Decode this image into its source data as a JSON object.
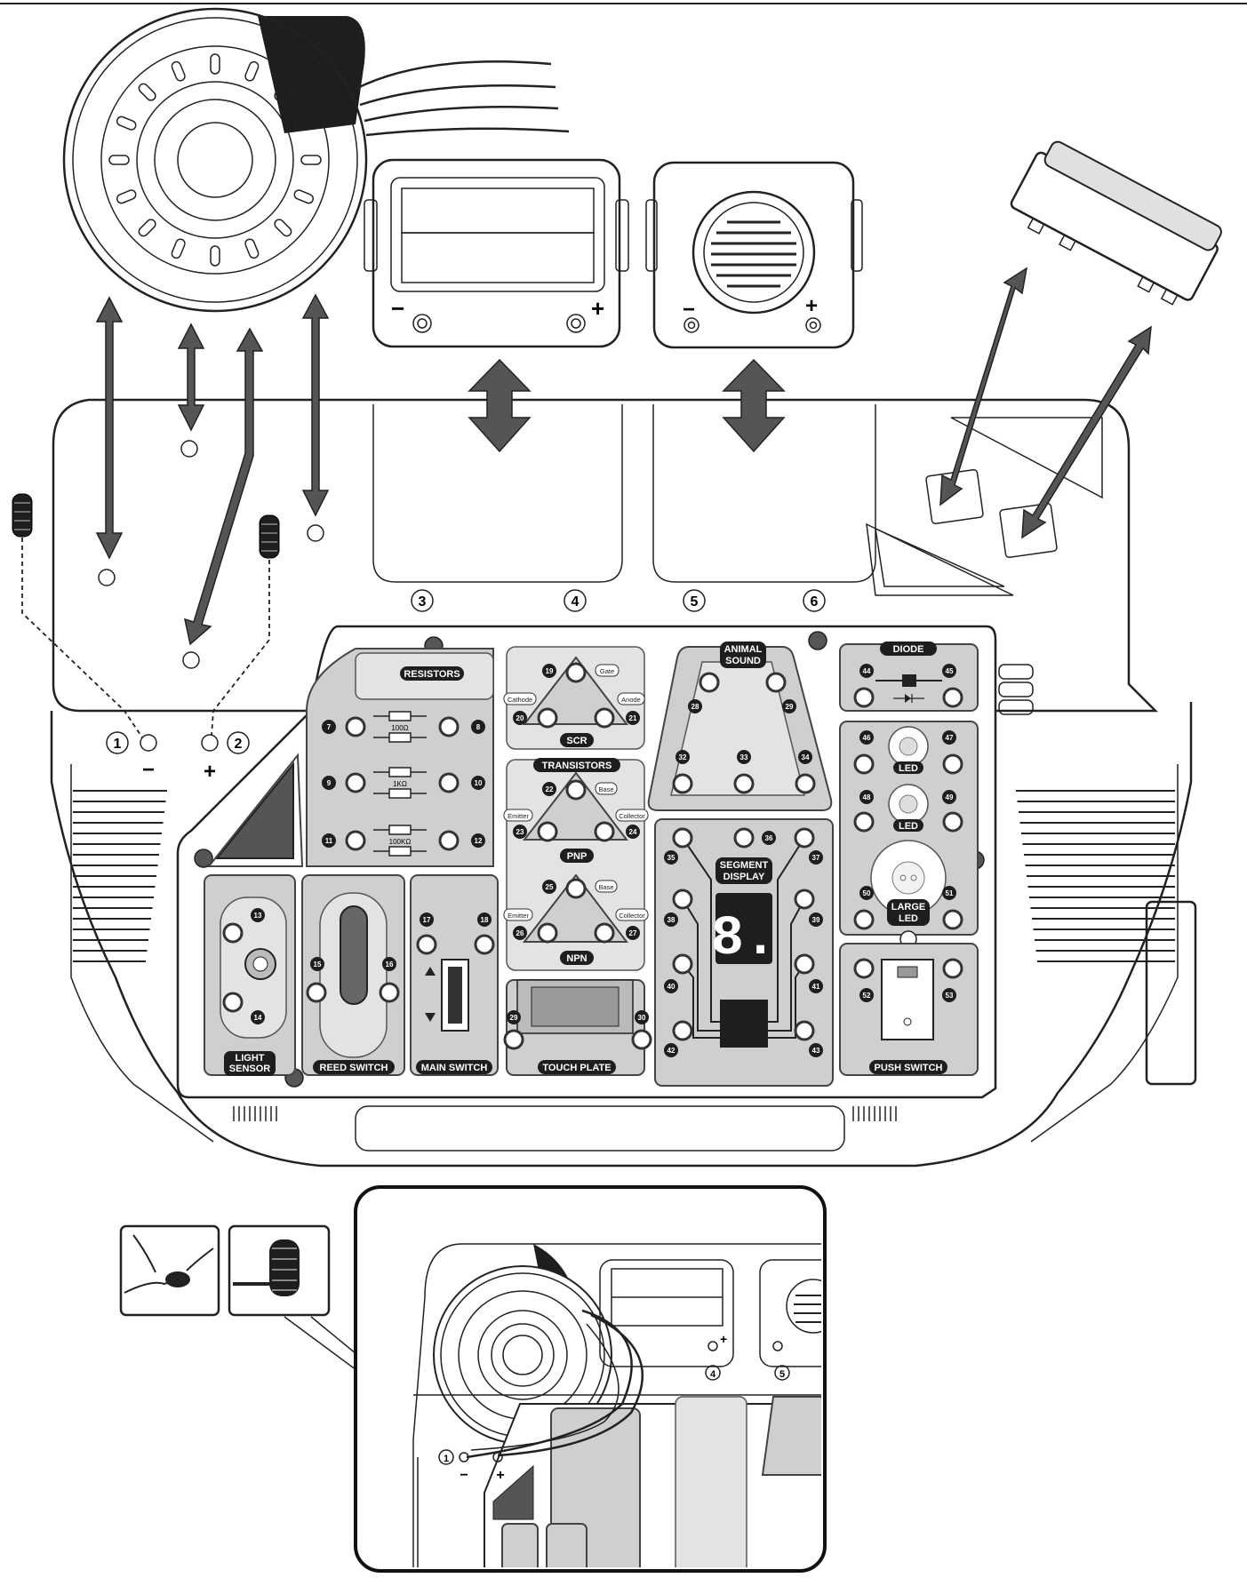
{
  "terminals": {
    "t1": {
      "number": "1",
      "sign": "−"
    },
    "t2": {
      "number": "2",
      "sign": "+"
    }
  },
  "slots": [
    "3",
    "4",
    "5",
    "6"
  ],
  "battery_holder": {
    "minus": "−",
    "plus": "+"
  },
  "speaker": {
    "minus": "−",
    "plus": "+"
  },
  "modules": {
    "resistors": "RESISTORS",
    "scr": "SCR",
    "transistors": "TRANSISTORS",
    "pnp": "PNP",
    "npn": "NPN",
    "animal_sound": "ANIMAL SOUND",
    "diode": "DIODE",
    "led": "LED",
    "large_led": "LARGE LED",
    "segment_display": "SEGMENT DISPLAY",
    "segment_digit": "8.",
    "light_sensor": "LIGHT SENSOR",
    "reed_switch": "REED SWITCH",
    "main_switch": "MAIN SWITCH",
    "touch_plate": "TOUCH PLATE",
    "push_switch": "PUSH SWITCH"
  },
  "pin_labels": {
    "gate": "Gate",
    "cathode": "Cathode",
    "anode": "Anode",
    "base": "Base",
    "emitter": "Emitter",
    "collector": "Collector"
  },
  "resistor_values": [
    "100Ω",
    "1KΩ",
    "100KΩ"
  ],
  "contact_numbers": {
    "resistors": [
      "7",
      "8",
      "9",
      "10",
      "11",
      "12"
    ],
    "scr": [
      "19",
      "20",
      "21"
    ],
    "pnp": [
      "22",
      "23",
      "24"
    ],
    "npn": [
      "25",
      "26",
      "27"
    ],
    "animal_sound": [
      "28",
      "29",
      "32",
      "33",
      "34"
    ],
    "diode": [
      "44",
      "45"
    ],
    "leds": [
      "46",
      "47",
      "48",
      "49",
      "50",
      "51"
    ],
    "segment": [
      "35",
      "36",
      "37",
      "38",
      "39",
      "40",
      "41",
      "42",
      "43"
    ],
    "light_sensor": [
      "13",
      "14"
    ],
    "reed_switch": [
      "15",
      "16"
    ],
    "main_switch": [
      "17",
      "18"
    ],
    "touch_plate": [
      "29",
      "30"
    ],
    "push_switch": [
      "52",
      "53"
    ]
  },
  "inset": {
    "terminal": "1",
    "minus": "−",
    "plus": "+",
    "slot4": "4",
    "slot5": "5"
  },
  "colors": {
    "panel_gray": "#cfcfcf",
    "dark": "#1e1e1e",
    "arrow_gray": "#555555"
  }
}
